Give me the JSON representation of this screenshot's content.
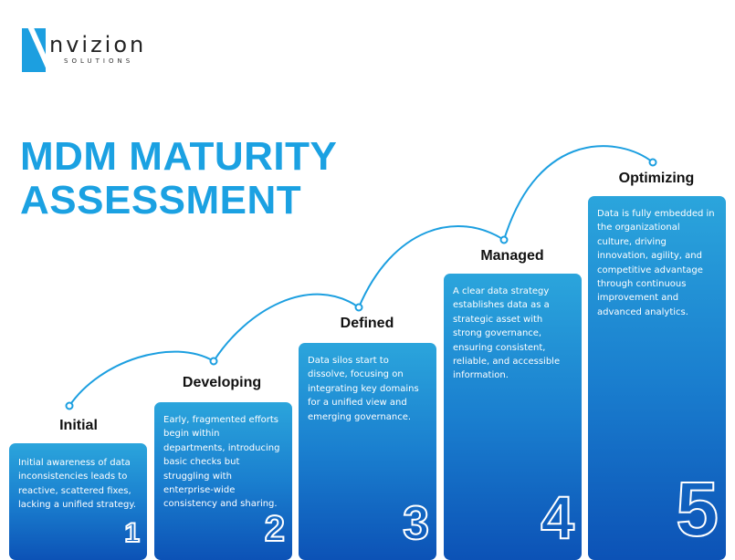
{
  "logo": {
    "word": "nvizion",
    "sub": "SOLUTIONS"
  },
  "title": {
    "line1": "MDM MATURITY",
    "line2": "ASSESSMENT"
  },
  "colors": {
    "accent": "#1ba1e2",
    "card_top": "#2ba5dc",
    "card_bottom": "#0c52b6"
  },
  "stages": [
    {
      "label": "Initial",
      "number": "1",
      "text": "Initial awareness of data inconsistencies leads to reactive, scattered fixes, lacking a unified strategy."
    },
    {
      "label": "Developing",
      "number": "2",
      "text": "Early, fragmented efforts begin within departments, introducing basic checks but struggling with enterprise-wide consistency and sharing."
    },
    {
      "label": "Defined",
      "number": "3",
      "text": "Data silos start to dissolve, focusing on integrating key domains for a unified view and emerging governance."
    },
    {
      "label": "Managed",
      "number": "4",
      "text": "A clear data strategy establishes data as a strategic asset with strong governance, ensuring consistent, reliable, and accessible information."
    },
    {
      "label": "Optimizing",
      "number": "5",
      "text": "Data is fully embedded in the organizational culture, driving innovation, agility, and competitive advantage through continuous improvement and advanced analytics."
    }
  ]
}
